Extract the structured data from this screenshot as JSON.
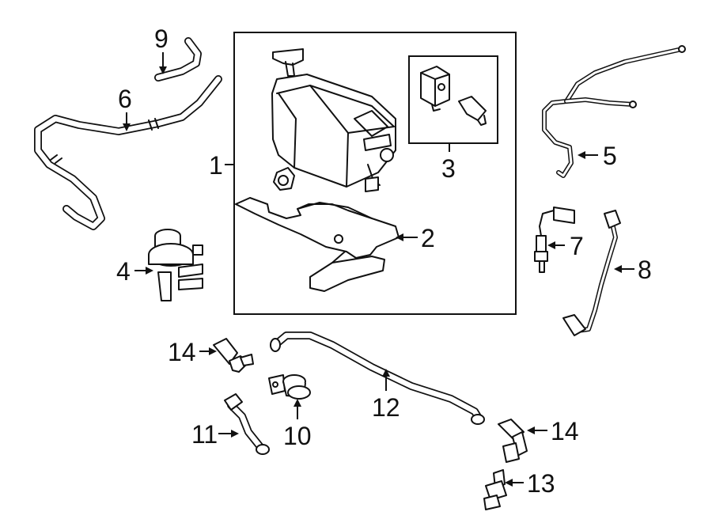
{
  "diagram": {
    "callouts": {
      "c1": "1",
      "c2": "2",
      "c3": "3",
      "c4": "4",
      "c5": "5",
      "c6": "6",
      "c7": "7",
      "c8": "8",
      "c9": "9",
      "c10": "10",
      "c11": "11",
      "c12": "12",
      "c13": "13",
      "c14a": "14",
      "c14b": "14"
    }
  }
}
